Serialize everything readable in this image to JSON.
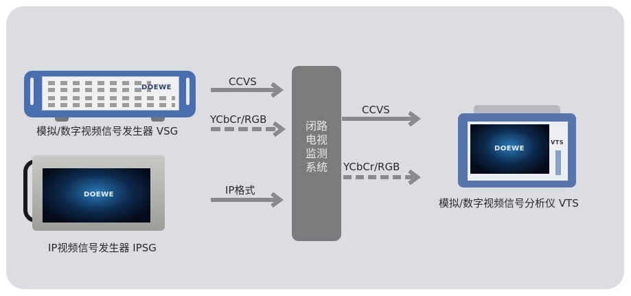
{
  "center_system": {
    "lines": [
      "闭路",
      "电视",
      "监测",
      "系统"
    ]
  },
  "inputs": [
    {
      "label": "CCVS",
      "style": "solid"
    },
    {
      "label": "YCbCr/RGB",
      "style": "dashed"
    },
    {
      "label": "IP格式",
      "style": "solid"
    }
  ],
  "outputs": [
    {
      "label": "CCVS",
      "style": "solid"
    },
    {
      "label": "YCbCr/RGB",
      "style": "dashed"
    }
  ],
  "devices": {
    "vsg": {
      "label": "模拟/数字视频信号发生器 VSG",
      "logo": "DOEWE"
    },
    "ipsg": {
      "label": "IP视频信号发生器 IPSG",
      "logo": "DOEWE"
    },
    "vts": {
      "label": "模拟/数字视频信号分析仪 VTS",
      "logo": "DOEWE",
      "badge": "VTS"
    }
  },
  "colors": {
    "panel": "#dcdde3",
    "arrow": "#8a8a8c",
    "box": "#7b7b7e"
  }
}
